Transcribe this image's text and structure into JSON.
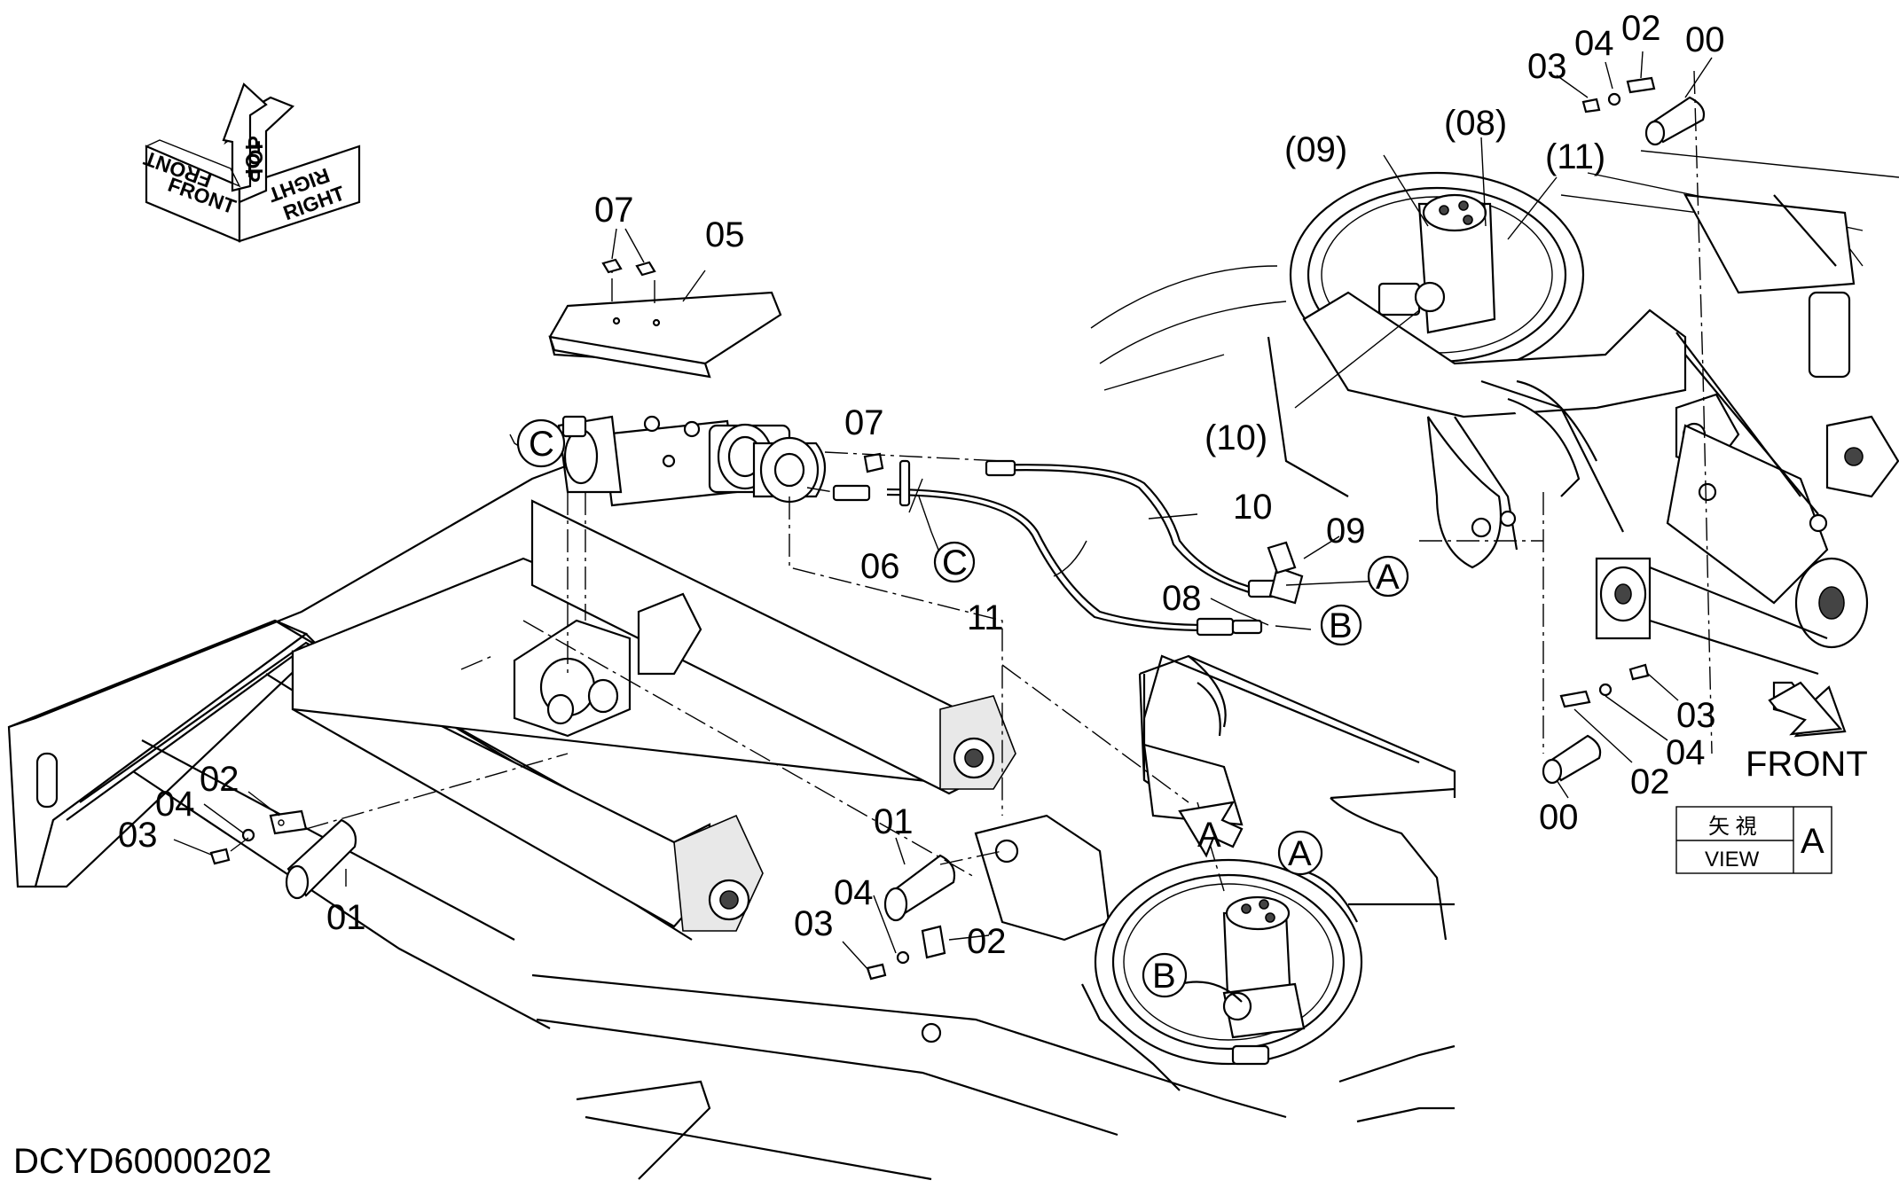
{
  "drawing_id": "DCYD60000202",
  "orientation": {
    "front": "FRONT",
    "top1": "TOP",
    "top2": "TOP",
    "right": "RIGHT"
  },
  "front_arrow_label": "FRONT",
  "view_box": {
    "kanji": "矢 視",
    "view": "VIEW",
    "letter": "A"
  },
  "circle_refs": {
    "c_main": "C",
    "c_clamp": "C",
    "a_ref": "A",
    "b_ref": "B",
    "a_detail": "A",
    "b_detail": "B"
  },
  "view_arrow_label": "A",
  "callouts": {
    "p07_top": "07",
    "p05": "05",
    "p07_mid": "07",
    "p06": "06",
    "p10": "10",
    "p11": "11",
    "p09": "09",
    "p08": "08",
    "p02_l": "02",
    "p04_l": "04",
    "p03_l": "03",
    "p01_l": "01",
    "p01_c": "01",
    "p04_c": "04",
    "p03_c": "03",
    "p02_c": "02",
    "p09_d": "(09)",
    "p08_d": "(08)",
    "p11_d": "(11)",
    "p10_d": "(10)",
    "p03_tr": "03",
    "p04_tr": "04",
    "p02_tr": "02",
    "p00_tr": "00",
    "p03_br": "03",
    "p04_br": "04",
    "p02_br": "02",
    "p00_br": "00"
  }
}
